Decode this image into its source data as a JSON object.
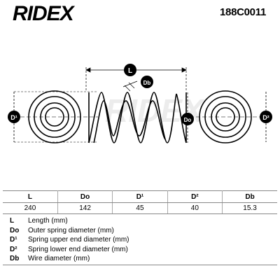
{
  "header": {
    "brand": "RIDEX",
    "part_number": "188C0011"
  },
  "drawing": {
    "labels": {
      "length": "L",
      "wire_diameter": "Db",
      "outer_diameter": "Do",
      "upper_end_diameter": "D¹",
      "lower_end_diameter": "D²"
    },
    "colors": {
      "label_badge": "#000000",
      "line": "#000000"
    }
  },
  "spec_table": {
    "columns": [
      "L",
      "Do",
      "D¹",
      "D²",
      "Db"
    ],
    "values": [
      "240",
      "142",
      "45",
      "40",
      "15.3"
    ]
  },
  "legend": [
    {
      "key": "L",
      "text": "Length (mm)"
    },
    {
      "key": "Do",
      "text": "Outer spring diameter (mm)"
    },
    {
      "key": "D¹",
      "text": "Spring upper end diameter (mm)"
    },
    {
      "key": "D²",
      "text": "Spring lower end diameter (mm)"
    },
    {
      "key": "Db",
      "text": "Wire diameter (mm)"
    }
  ]
}
